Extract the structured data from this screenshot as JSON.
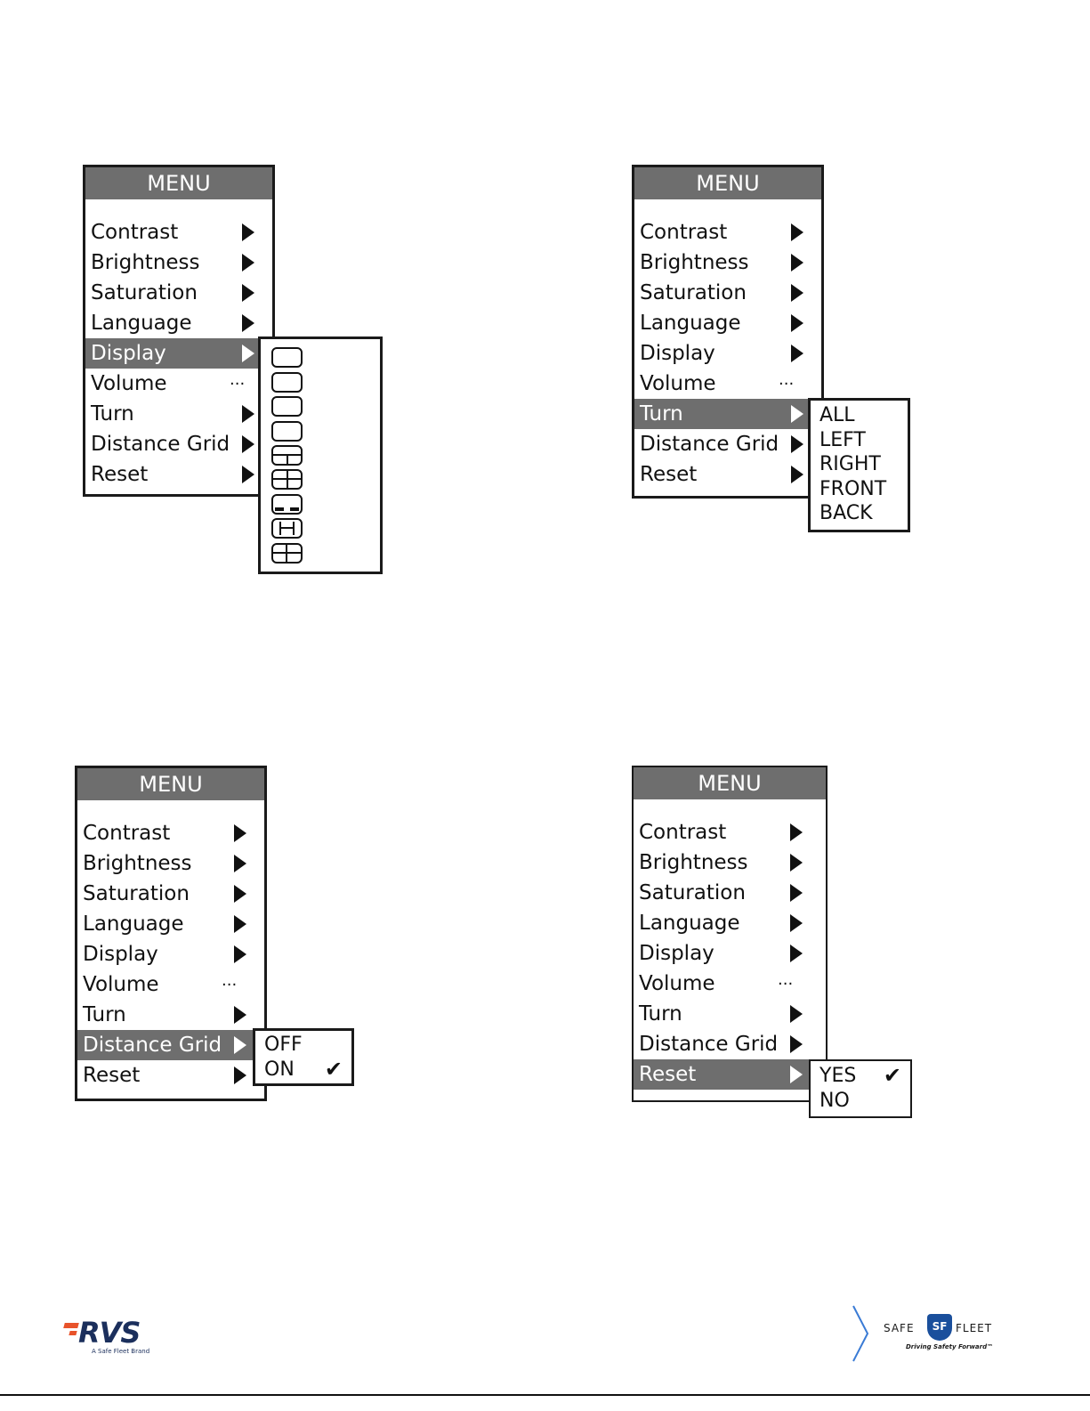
{
  "menu_common": {
    "title": "MENU",
    "items": [
      "Contrast",
      "Brightness",
      "Saturation",
      "Language",
      "Display",
      "Volume",
      "Turn",
      "Distance Grid",
      "Reset"
    ],
    "volume_indicator": "..."
  },
  "submenus": {
    "turn_options": [
      "ALL",
      "LEFT",
      "RIGHT",
      "FRONT",
      "BACK"
    ],
    "distance_grid_options": [
      "OFF",
      "ON"
    ],
    "distance_grid_selected": "ON",
    "reset_options": [
      "YES",
      "NO"
    ],
    "reset_selected": "YES",
    "check_glyph": "✔"
  },
  "display_icons": [
    "grid-layout-1-icon",
    "grid-layout-2-icon",
    "grid-layout-3-icon",
    "grid-layout-4-icon",
    "grid-layout-5-icon",
    "grid-layout-6-icon",
    "grid-layout-7-icon",
    "grid-layout-8-icon",
    "grid-layout-9-icon"
  ],
  "footer": {
    "rvs_logo": "RVS",
    "rvs_tagline": "A Safe Fleet Brand",
    "safefleet_left": "SAFE",
    "safefleet_badge": "SF",
    "safefleet_right": "FLEET",
    "safefleet_tagline": "Driving Safety Forward™"
  },
  "colors": {
    "highlight": "#6e6e6e",
    "rvs_orange": "#e8532b",
    "rvs_blue": "#1b2f5c",
    "safefleet_blue": "#1a4f9c",
    "chevron_blue": "#3a7bd5"
  }
}
